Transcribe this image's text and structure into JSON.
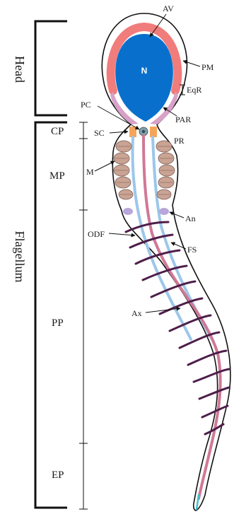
{
  "groups": {
    "head": "Head",
    "flagellum": "Flagellum"
  },
  "regions": {
    "cp": "CP",
    "mp": "MP",
    "pp": "PP",
    "ep": "EP"
  },
  "labels": {
    "av": "AV",
    "n": "N",
    "pm": "PM",
    "eqr": "EqR",
    "pc": "PC",
    "par": "PAR",
    "sc": "SC",
    "pr": "PR",
    "m": "M",
    "an": "An",
    "odf": "ODF",
    "fs": "FS",
    "ax": "Ax"
  },
  "colors": {
    "acrosome": "#F07C7C",
    "nucleus": "#0870CC",
    "postacrosomal": "#D8A2C8",
    "connecting": "#F5A55A",
    "centriole": "#7FA0A8",
    "mitochondria": "#C9A393",
    "annulus": "#B7A6DB",
    "odf": "#9CC7EA",
    "fibrous_sheath": "#4E1E4A",
    "axoneme": "#D07896",
    "endpiece": "#3FC0CF"
  }
}
